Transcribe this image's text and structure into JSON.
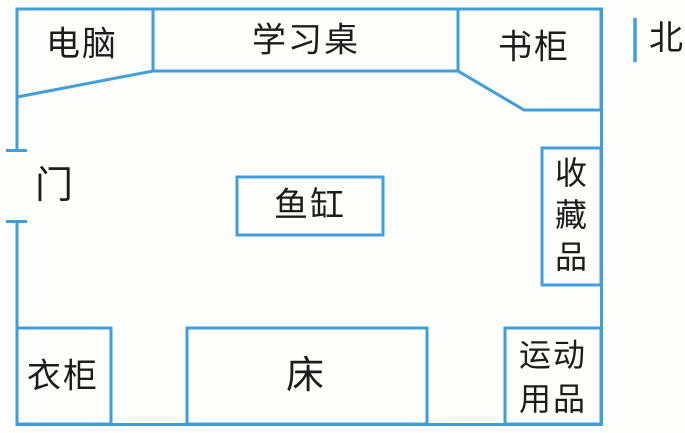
{
  "compass": {
    "north_label": "北"
  },
  "room": {
    "door": "门",
    "furniture": {
      "computer": "电脑",
      "study_desk": "学习桌",
      "bookcase": "书柜",
      "collectibles": "收藏品",
      "fish_tank": "鱼缸",
      "wardrobe": "衣柜",
      "bed": "床",
      "sports_equipment": "运动用品"
    }
  },
  "colors": {
    "line": "#3f9edb",
    "text": "#1c1c1c",
    "background": "#fdfdfb"
  }
}
